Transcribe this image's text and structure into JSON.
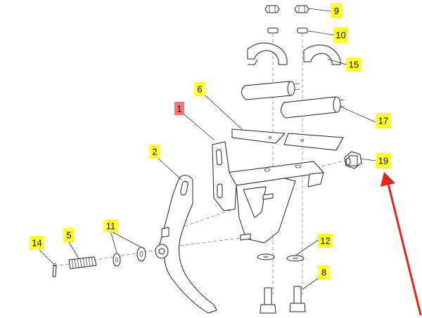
{
  "colors": {
    "callout_fill": "#FFFF33",
    "callout_highlight_fill": "#F07878",
    "arrow": "#E8221B",
    "line": "#222222"
  },
  "callouts": [
    {
      "id": "callout-1",
      "label": "1",
      "highlight": true
    },
    {
      "id": "callout-2",
      "label": "2"
    },
    {
      "id": "callout-5",
      "label": "5"
    },
    {
      "id": "callout-6",
      "label": "6"
    },
    {
      "id": "callout-8",
      "label": "8"
    },
    {
      "id": "callout-9",
      "label": "9"
    },
    {
      "id": "callout-10",
      "label": "10"
    },
    {
      "id": "callout-11",
      "label": "11"
    },
    {
      "id": "callout-12",
      "label": "12"
    },
    {
      "id": "callout-14",
      "label": "14"
    },
    {
      "id": "callout-15",
      "label": "15"
    },
    {
      "id": "callout-17",
      "label": "17"
    },
    {
      "id": "callout-19",
      "label": "19"
    }
  ],
  "annotation": {
    "type": "arrow",
    "points_to": "19"
  }
}
